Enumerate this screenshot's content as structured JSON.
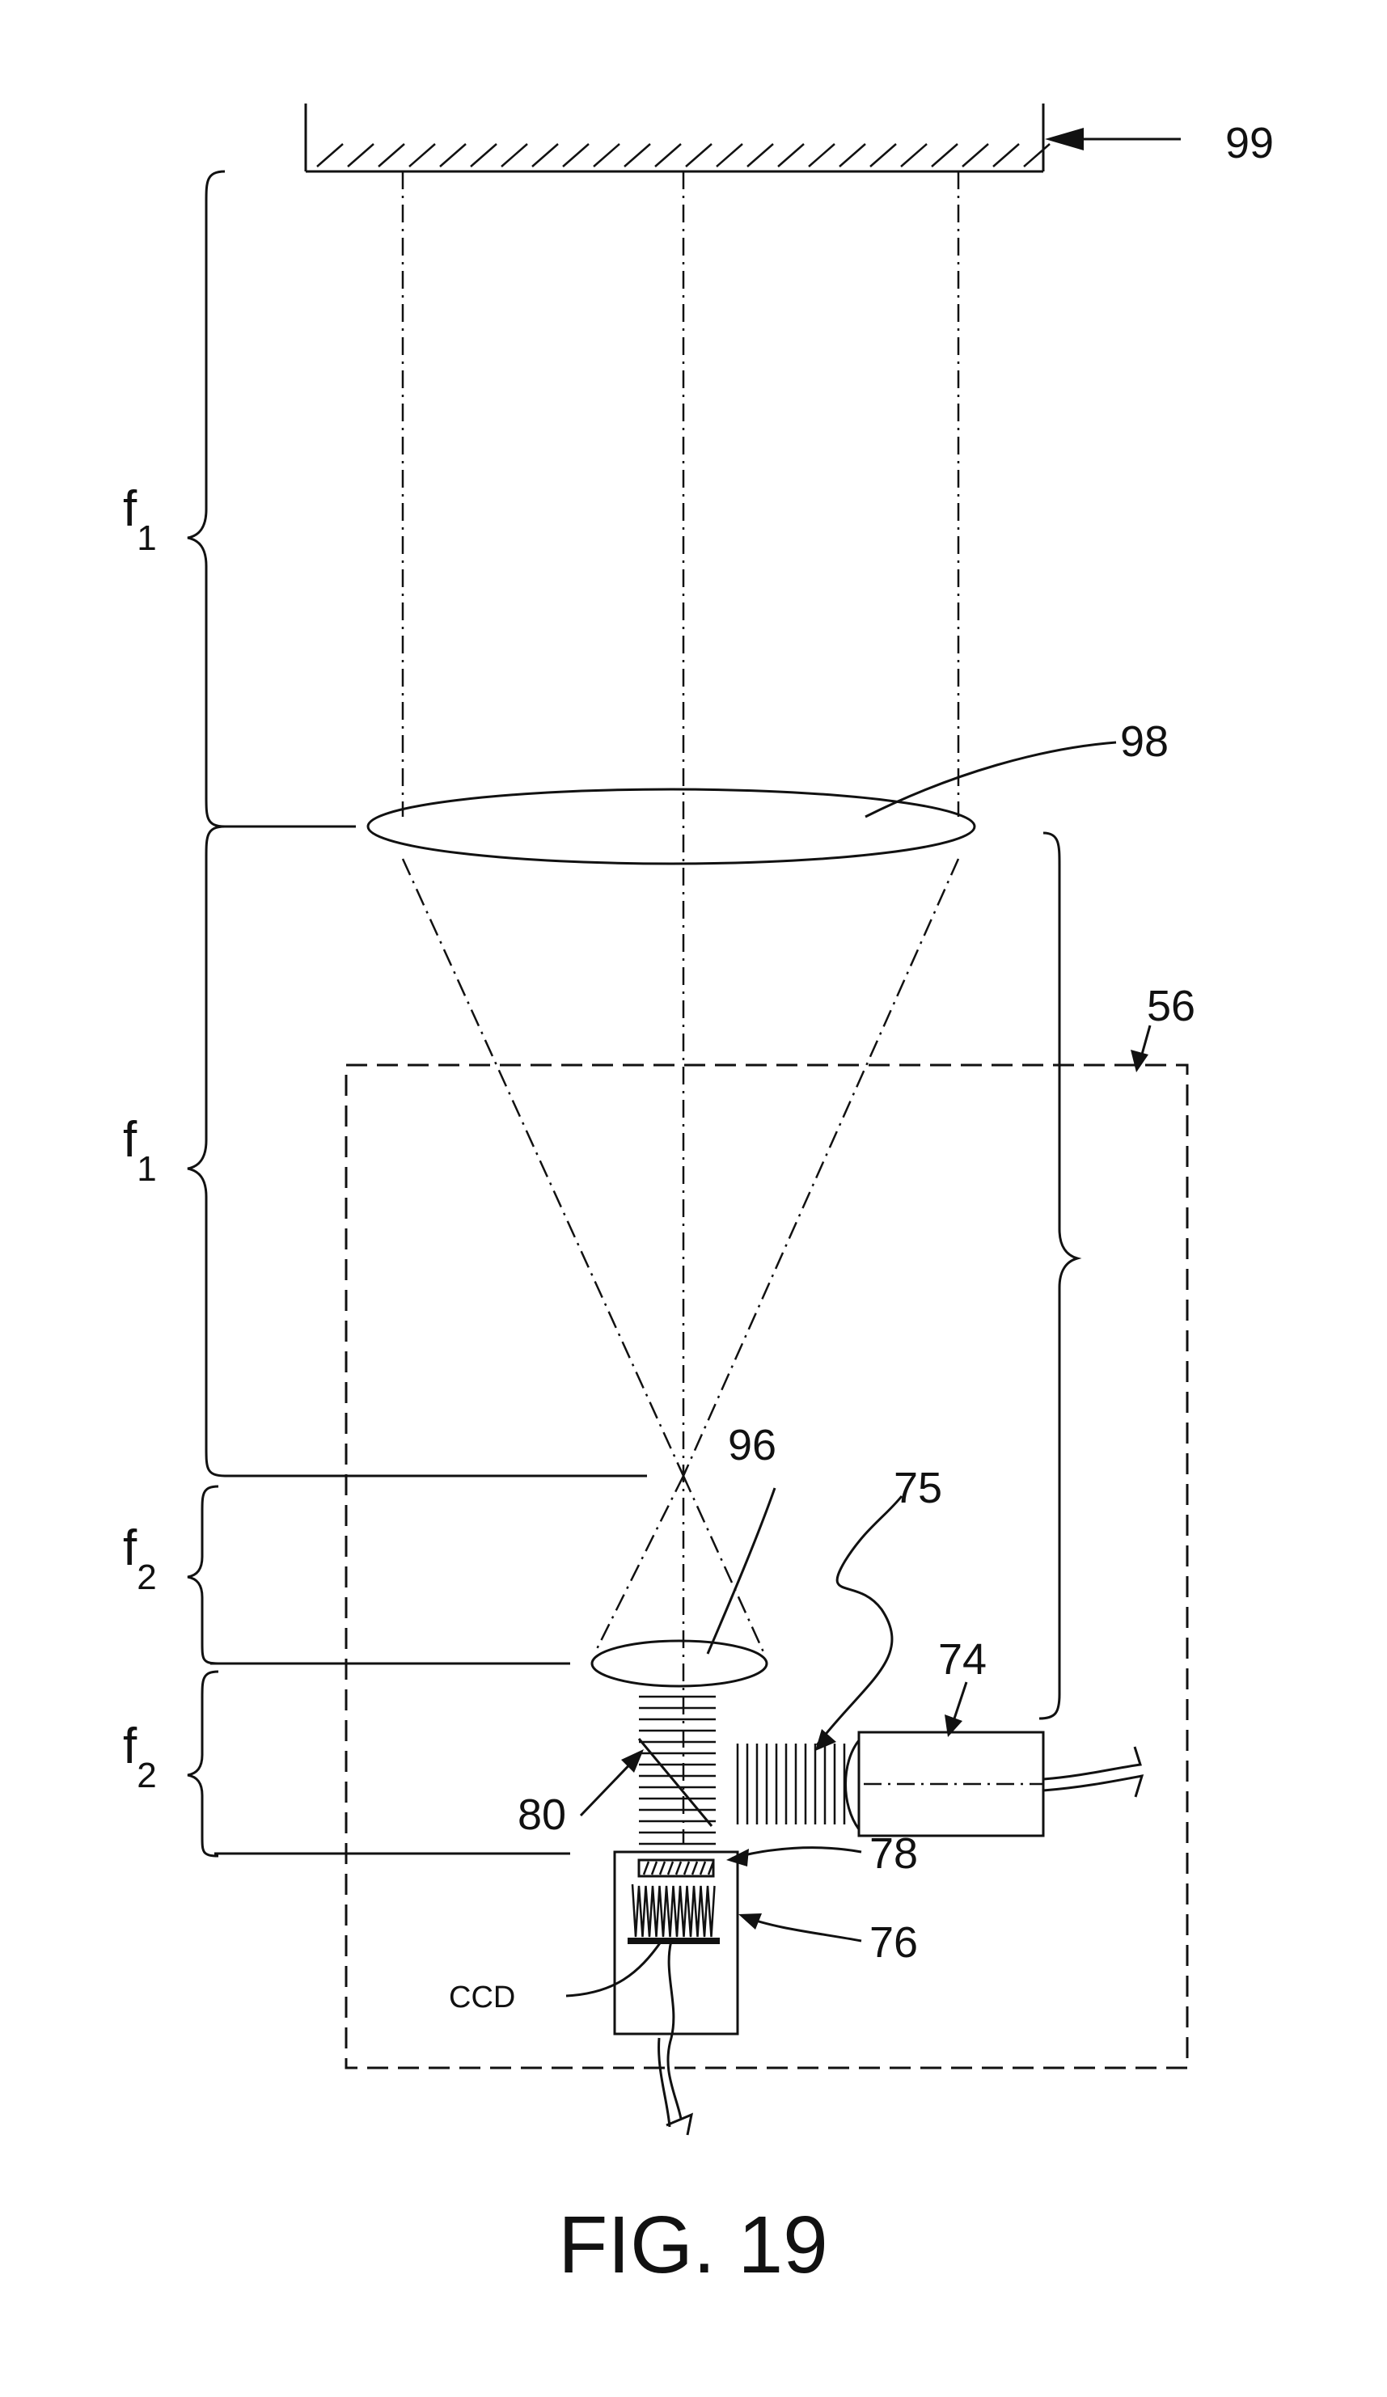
{
  "labels": {
    "mirror": "99",
    "lens_f1": "98",
    "module": "56",
    "lens_f2": "96",
    "beam": "75",
    "source": "74",
    "beamsplitter": "80",
    "filter": "78",
    "camera": "76",
    "sensor": "CCD"
  },
  "dimensions": {
    "f1_upper": {
      "symbol": "f",
      "subscript": "1"
    },
    "f1_lower": {
      "symbol": "f",
      "subscript": "1"
    },
    "f2_upper": {
      "symbol": "f",
      "subscript": "2"
    },
    "f2_lower": {
      "symbol": "f",
      "subscript": "2"
    }
  },
  "caption": "FIG. 19"
}
